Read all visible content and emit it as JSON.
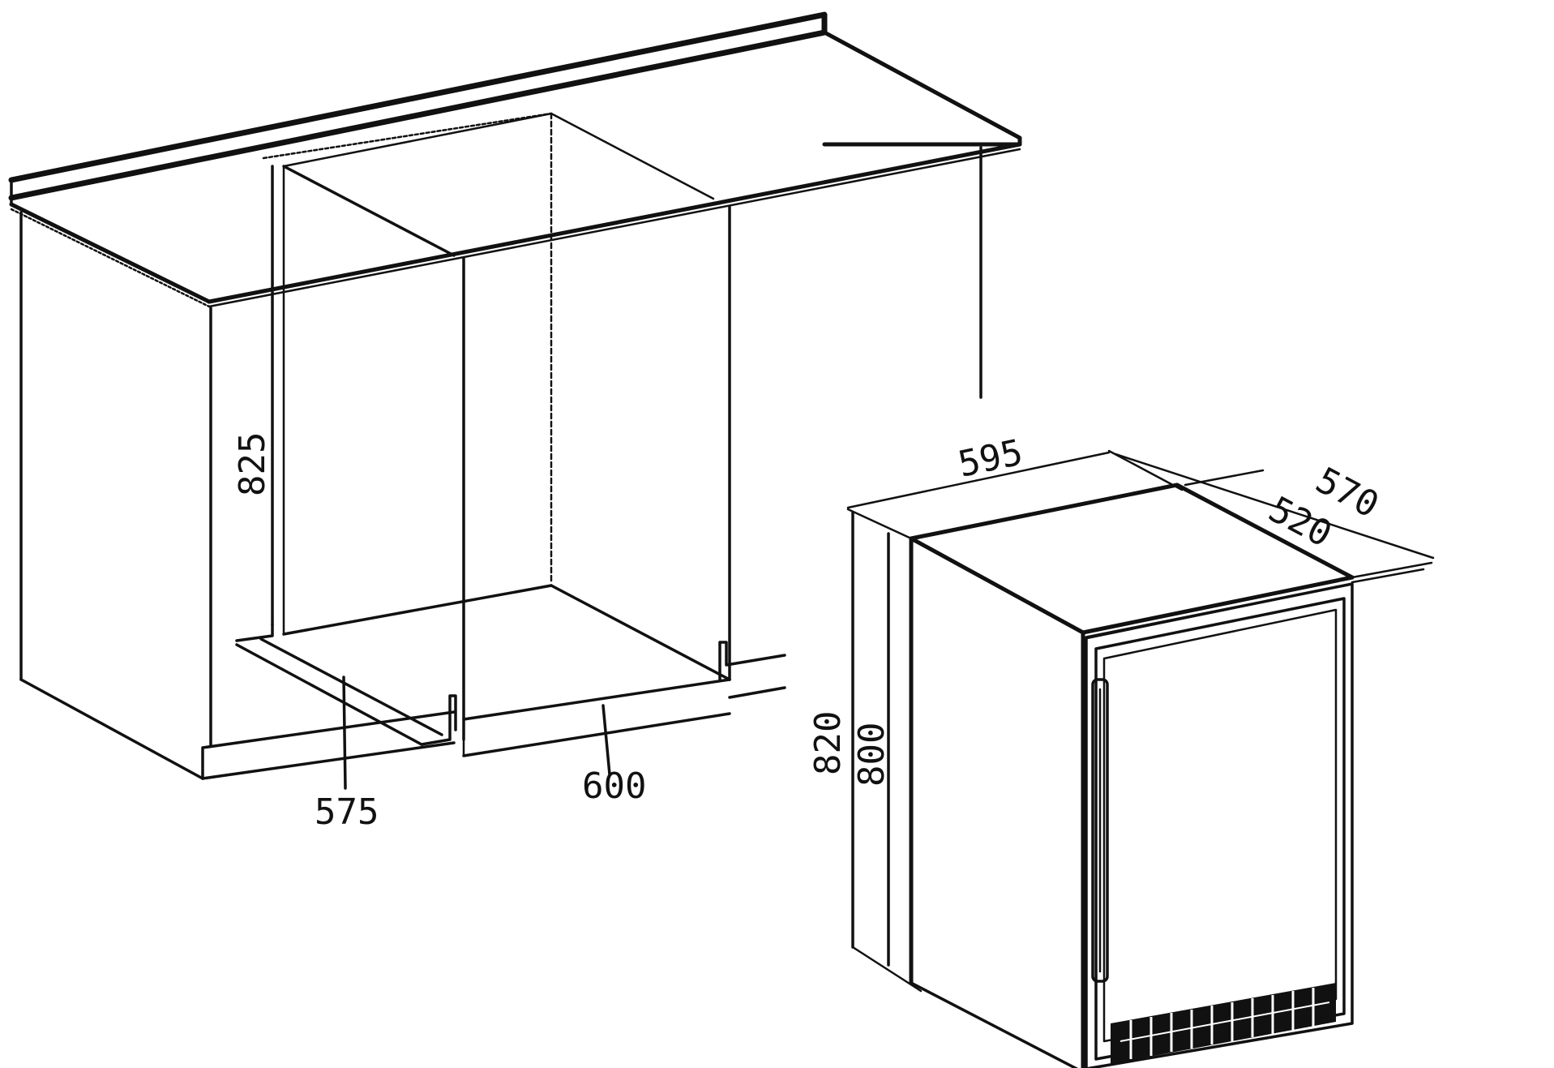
{
  "dimensions": {
    "niche_height": "825",
    "niche_depth": "575",
    "niche_width": "600",
    "appliance_width": "595",
    "appliance_depth_total": "570",
    "appliance_depth_body": "520",
    "appliance_height_total": "820",
    "appliance_height_body": "800"
  }
}
